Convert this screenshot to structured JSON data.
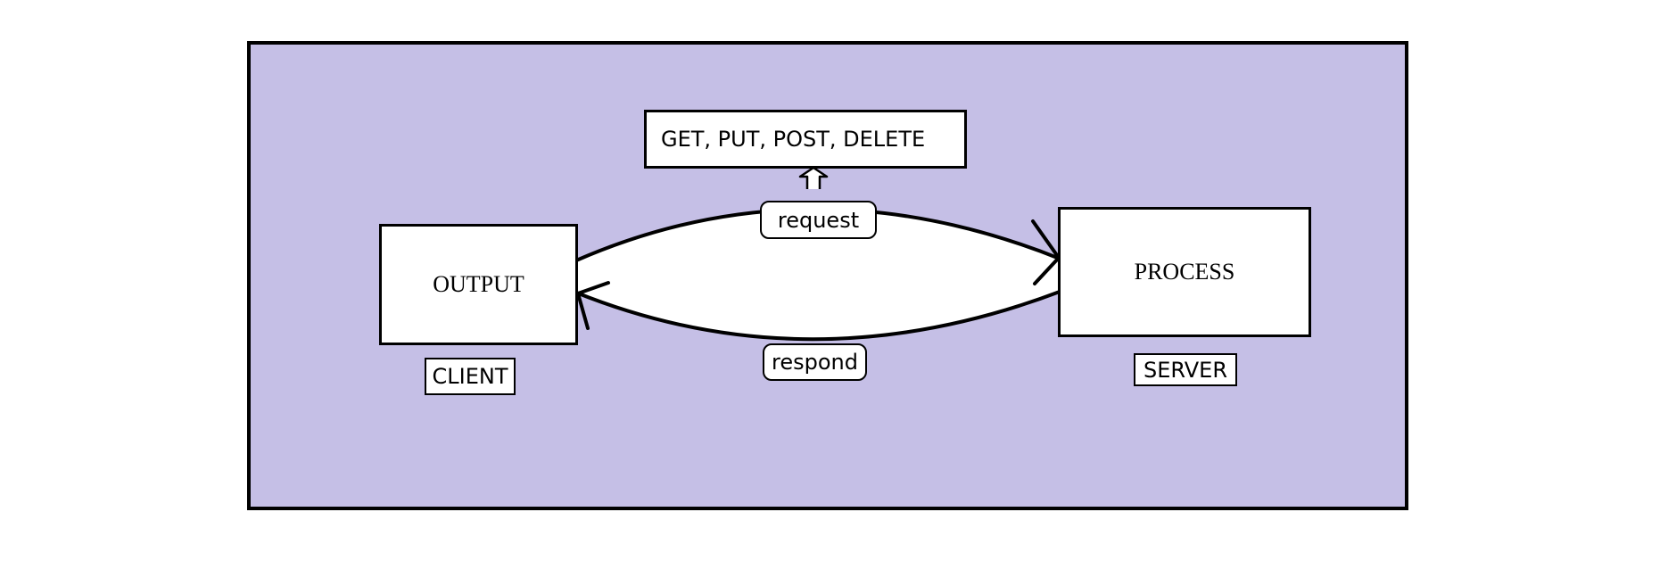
{
  "colors": {
    "panel_background": "#c5bfe6",
    "box_fill": "#ffffff",
    "stroke": "#000000"
  },
  "diagram": {
    "client_box": {
      "title": "OUTPUT",
      "caption": "CLIENT"
    },
    "server_box": {
      "title": "PROCESS",
      "caption": "SERVER"
    },
    "methods_box": {
      "text": "GET, PUT, POST, DELETE"
    },
    "request_label": "request",
    "respond_label": "respond"
  }
}
